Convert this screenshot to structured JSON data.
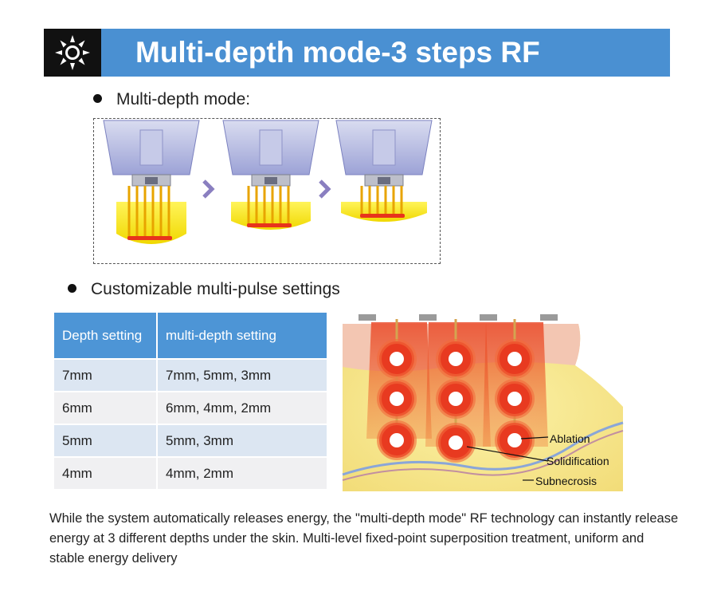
{
  "header": {
    "title": "Multi-depth mode-3 steps RF",
    "icon": "sun-icon"
  },
  "sections": {
    "multi_depth": {
      "label": "Multi-depth mode:"
    },
    "multi_pulse": {
      "label": "Customizable multi-pulse settings"
    }
  },
  "table": {
    "headers": [
      "Depth setting",
      "multi-depth setting"
    ],
    "rows": [
      [
        "7mm",
        "7mm, 5mm, 3mm"
      ],
      [
        "6mm",
        "6mm, 4mm, 2mm"
      ],
      [
        "5mm",
        "5mm, 3mm"
      ],
      [
        "4mm",
        "4mm, 2mm"
      ]
    ]
  },
  "diagram": {
    "labels": {
      "ablation": "Ablation",
      "solidification": "Solidification",
      "subnecrosis": "Subnecrosis"
    }
  },
  "description": "While the system automatically releases energy, the \"multi-depth mode\" RF technology can instantly release energy at 3 different depths under the skin. Multi-level fixed-point superposition treatment, uniform and stable energy delivery",
  "colors": {
    "banner": "#4a90d2",
    "table_header": "#4d95d6",
    "row_blue": "#dce6f2",
    "row_gray": "#f0f0f2",
    "energy_red": "#e8341c"
  }
}
